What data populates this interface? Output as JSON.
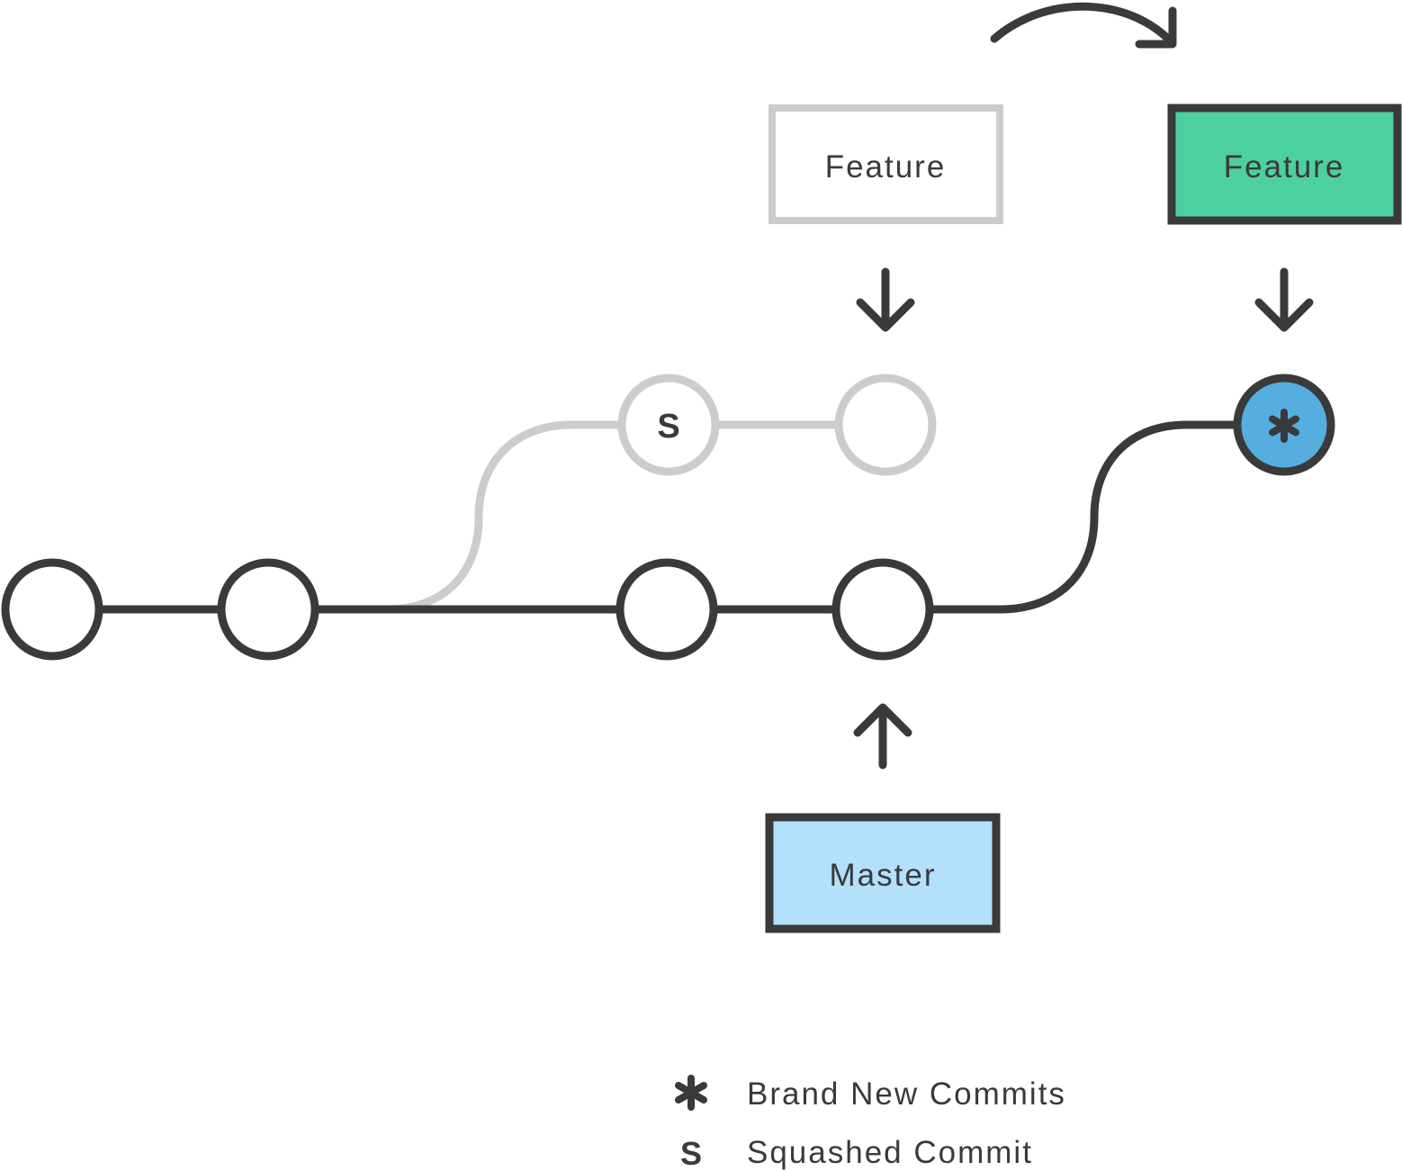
{
  "colors": {
    "ink": "#3a3a3a",
    "faded": "#cccccc",
    "feature_new_fill": "#4dd0a0",
    "master_fill": "#b3e1fb",
    "new_commit_fill": "#56aee0",
    "background": "#ffffff"
  },
  "branches": {
    "feature_old": {
      "label": "Feature"
    },
    "feature_new": {
      "label": "Feature"
    },
    "master": {
      "label": "Master"
    }
  },
  "commits": {
    "squashed_marker": "S",
    "new_marker_icon": "asterisk-icon"
  },
  "legend": {
    "items": [
      {
        "icon": "asterisk-icon",
        "symbol": "✱",
        "label": "Brand New Commits"
      },
      {
        "icon": "squash-icon",
        "symbol": "S",
        "label": "Squashed Commit"
      }
    ]
  }
}
